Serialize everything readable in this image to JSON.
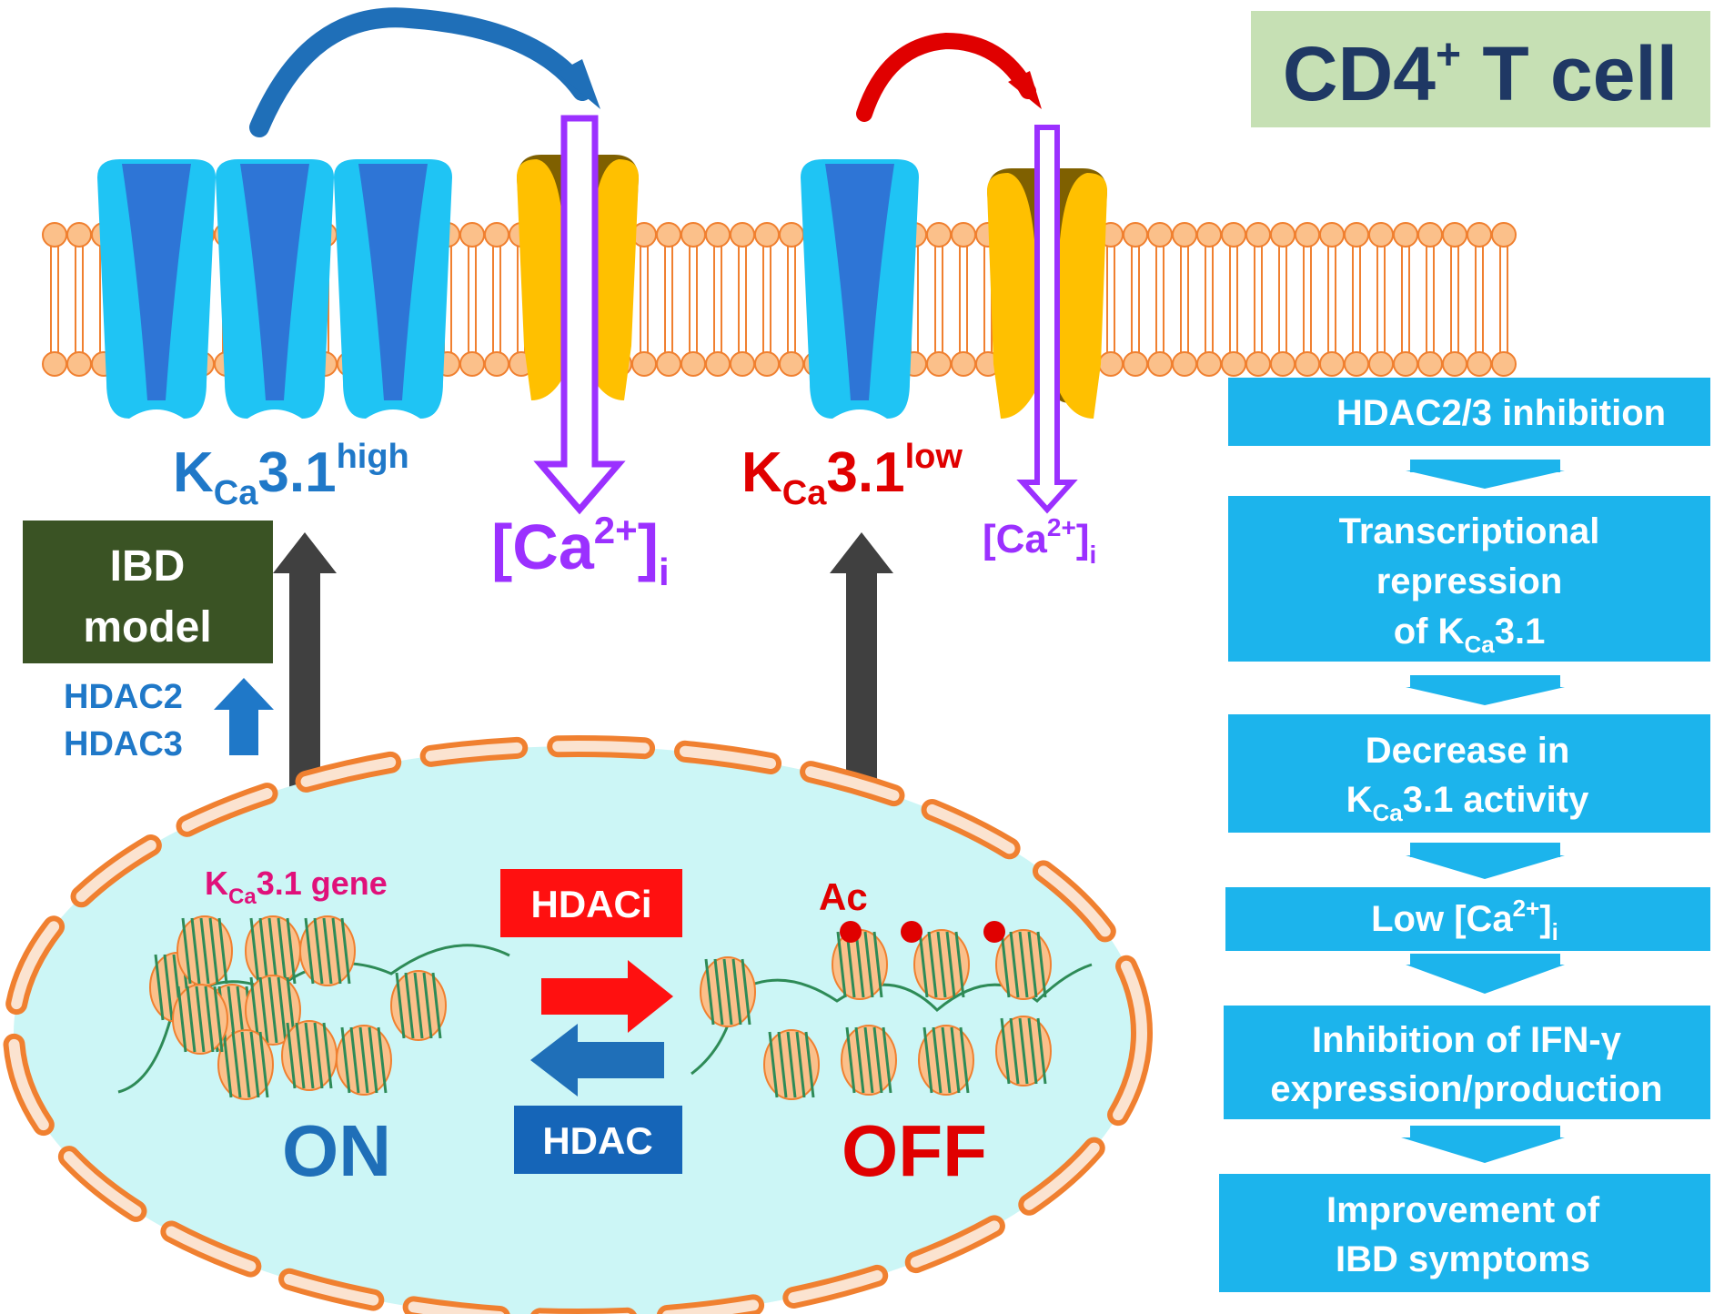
{
  "title": {
    "main": "CD4",
    "sup": "+",
    "rest": " T cell"
  },
  "channel_high": {
    "base": "K",
    "sub": "Ca",
    "mid": "3.1",
    "sup": "high"
  },
  "channel_low": {
    "base": "K",
    "sub": "Ca",
    "mid": "3.1",
    "sup": "low"
  },
  "calcium_large": {
    "open": "[Ca",
    "sup": "2+",
    "close": "]",
    "sub": "i"
  },
  "calcium_small": {
    "open": "[Ca",
    "sup": "2+",
    "close": "]",
    "sub": "i"
  },
  "ibd_box": {
    "line1": "IBD",
    "line2": "model"
  },
  "hdac_up": {
    "line1": "HDAC2",
    "line2": "HDAC3"
  },
  "gene_label": {
    "base": "K",
    "sub": "Ca",
    "rest": "3.1 gene"
  },
  "hdaci_label": "HDACi",
  "hdac_label": "HDAC",
  "ac_label": "Ac",
  "state_on": "ON",
  "state_off": "OFF",
  "flow": {
    "step1": "HDAC2/3 inhibition",
    "step2": {
      "line1": "Transcriptional",
      "line2": "repression",
      "line3_pre": "of K",
      "line3_sub": "Ca",
      "line3_post": "3.1"
    },
    "step3": {
      "line1": "Decrease in",
      "line2_pre": "K",
      "line2_sub": "Ca",
      "line2_post": "3.1 activity"
    },
    "step4": {
      "pre": "Low [Ca",
      "sup": "2+",
      "close": "]",
      "sub": "i"
    },
    "step5": {
      "line1": "Inhibition of IFN-γ",
      "line2": "expression/production"
    },
    "step6": {
      "line1": "Improvement of",
      "line2": "IBD symptoms"
    }
  },
  "colors": {
    "title_bg": "#c6e0b4",
    "title_text": "#1f3864",
    "channel_blue": "#2e75d6",
    "channel_light": "#1fc4f4",
    "ca_channel": "#ffc000",
    "ca_dark": "#7f6000",
    "calcium_purple": "#9b30ff",
    "high_blue": "#1f78c8",
    "low_red": "#e00000",
    "ibd_green": "#3a5324",
    "nucleus": "#ccf6f6",
    "nucleus_edge": "#f08030",
    "flow_box": "#1cb4ec",
    "gene_pink": "#e0107a"
  },
  "icons": [
    "up-arrow-icon",
    "curved-arrow-icon",
    "right-arrow-icon",
    "left-arrow-icon",
    "down-arrow-icon"
  ]
}
